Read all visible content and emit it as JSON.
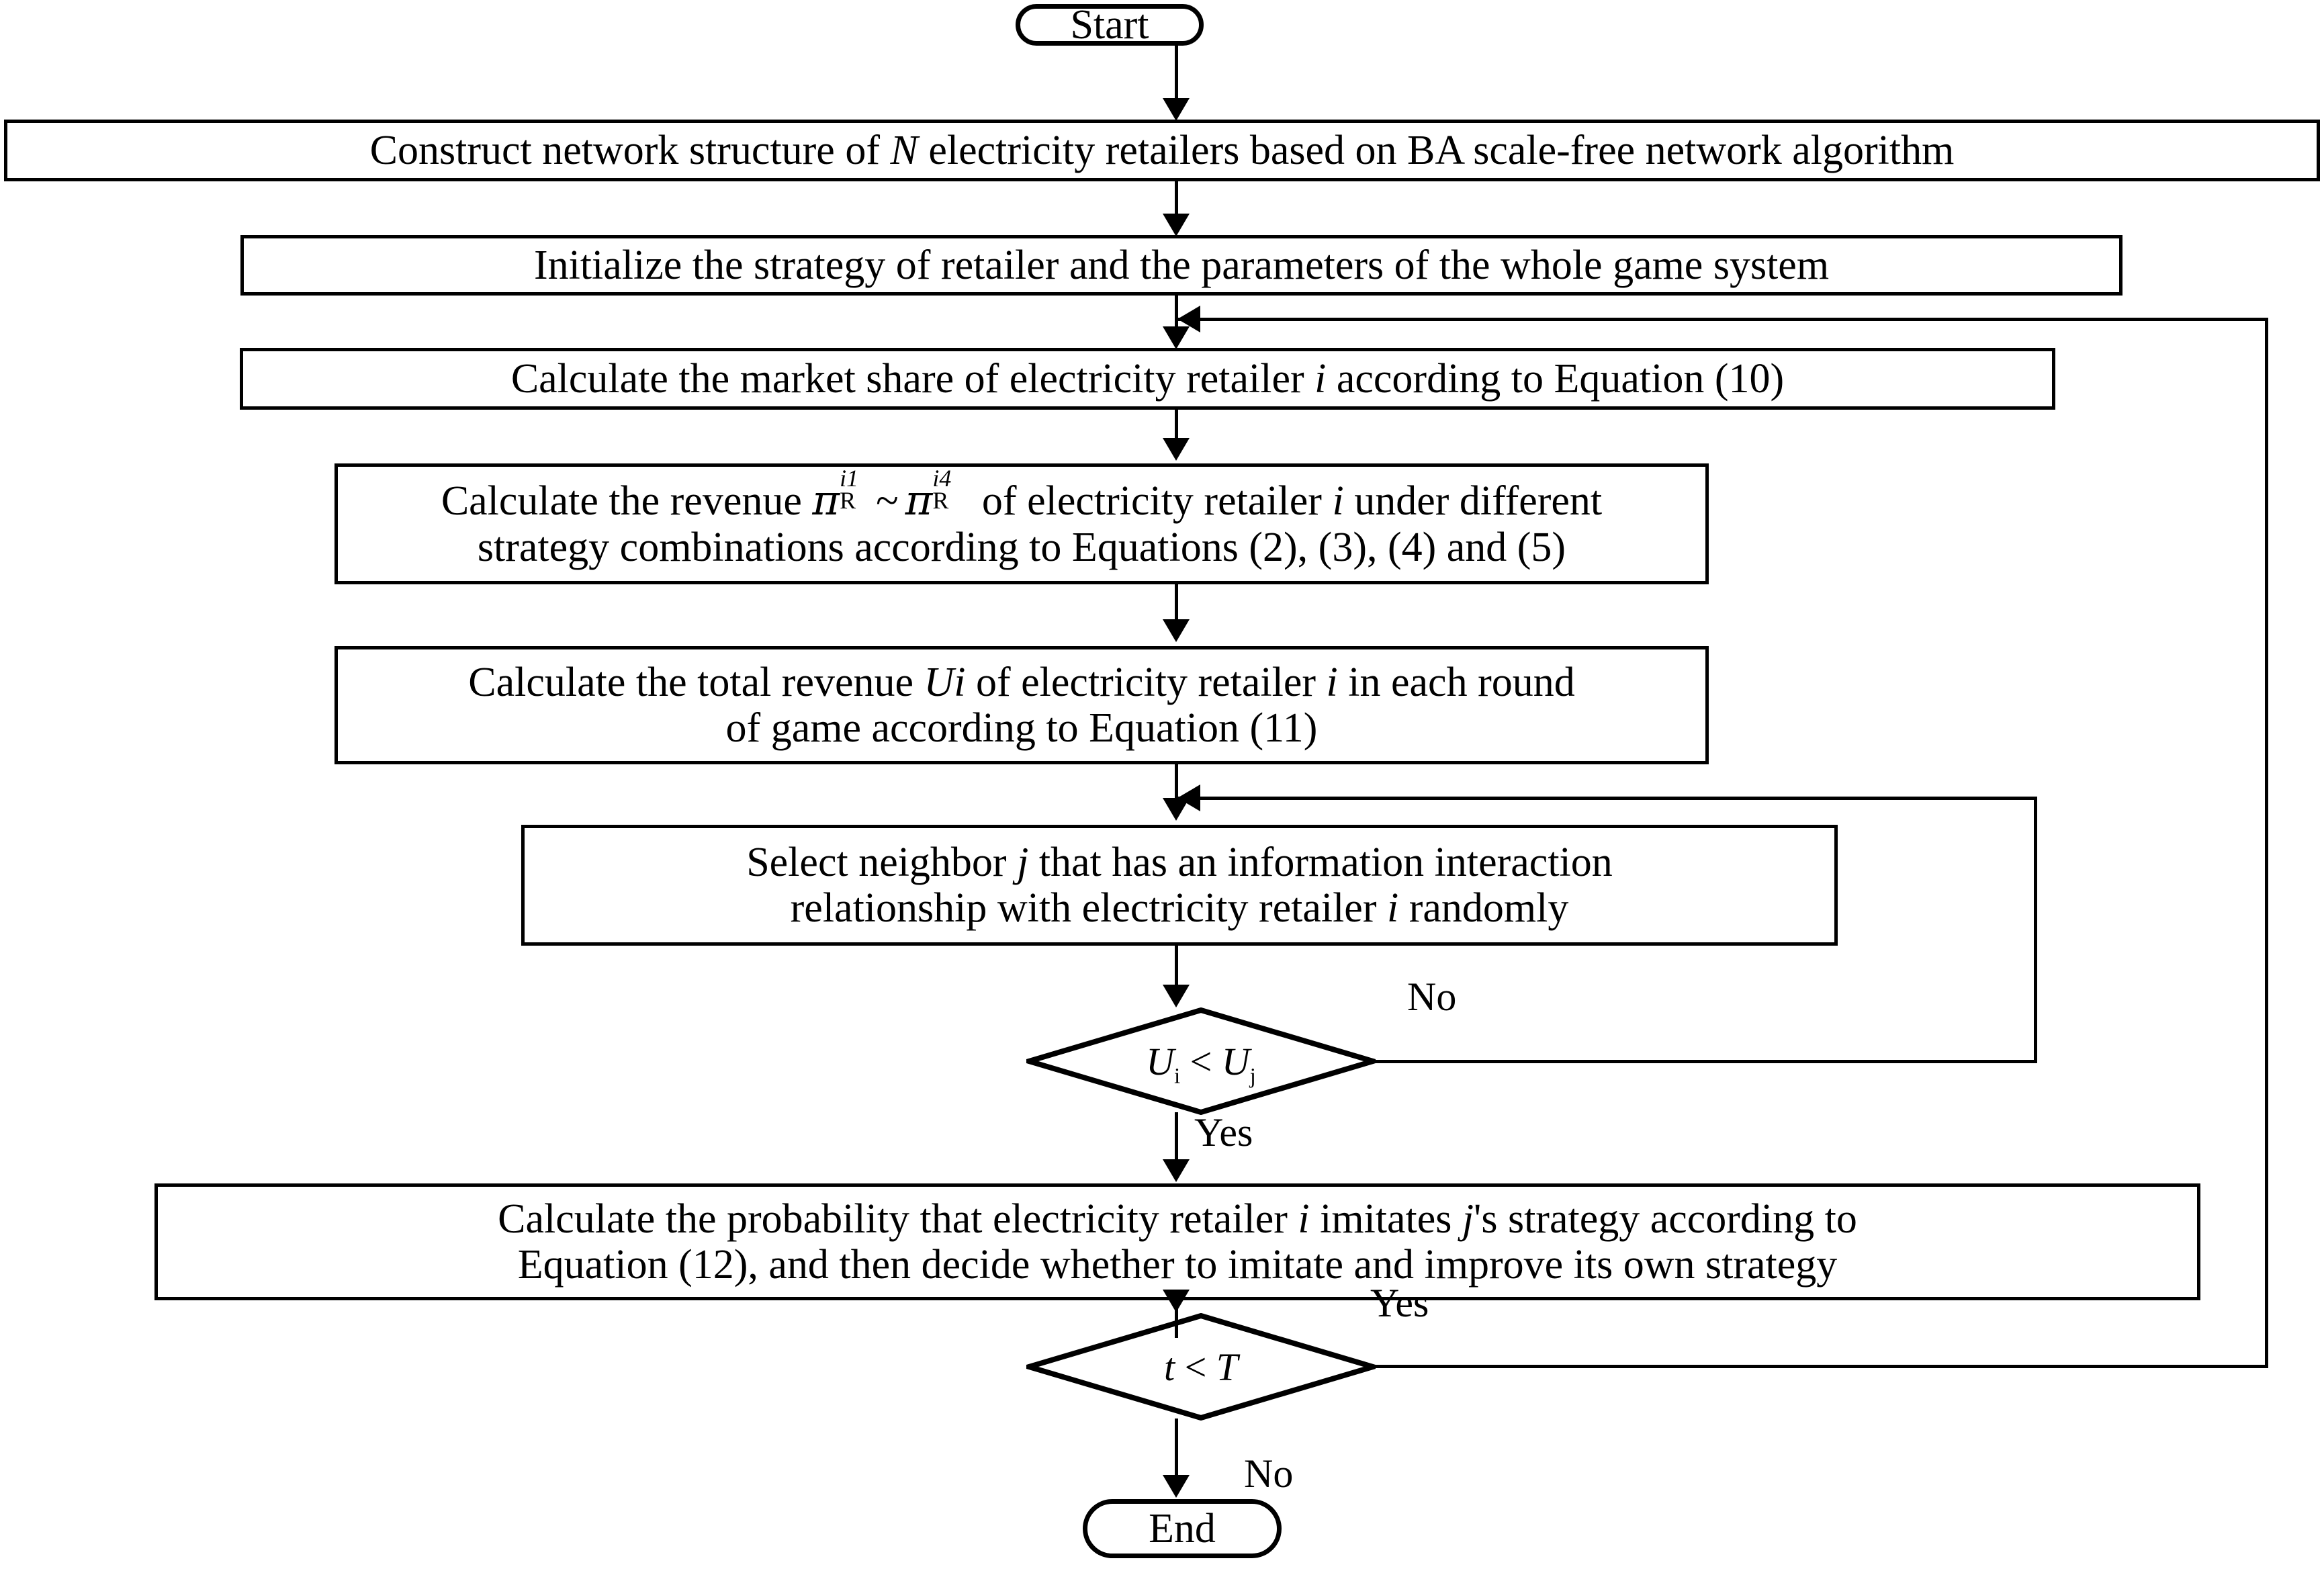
{
  "diagram": {
    "title": "Evolutionary game flowchart of electricity retailers",
    "type": "flowchart",
    "bg_color": "#ffffff",
    "line_color": "#000000"
  },
  "nodes": {
    "start": {
      "label": "Start",
      "shape": "terminator"
    },
    "construct": {
      "text_pre": "Construct network structure of ",
      "sym": "N",
      "text_post": " electricity retailers based on BA scale-free network algorithm",
      "shape": "process"
    },
    "initialize": {
      "text": "Initialize the strategy of retailer and the parameters of the whole game system",
      "shape": "process"
    },
    "market_share": {
      "text_pre": "Calculate the market share of electricity retailer ",
      "sym": "i",
      "text_post": " according to Equation (10)",
      "shape": "process"
    },
    "revenue": {
      "line1_pre": "Calculate the revenue ",
      "pi1_sup": "i1",
      "pi1_sub": "R",
      "tilde": "~",
      "pi2_sup": "i4",
      "pi2_sub": "R",
      "line1_mid": " of electricity retailer ",
      "line1_sym": "i",
      "line1_post": " under different",
      "line2": "strategy combinations according to Equations (2), (3), (4) and (5)",
      "shape": "process"
    },
    "total_revenue": {
      "line1_pre": "Calculate the total revenue ",
      "sym": "Ui",
      "line1_mid": " of electricity retailer ",
      "sym2": "i",
      "line1_post": " in each round",
      "line2": "of game according to  Equation (11)",
      "shape": "process"
    },
    "select_neighbor": {
      "line1_pre": "Select neighbor ",
      "sym": "j",
      "line1_post": " that has an information interaction",
      "line2_pre": "relationship with electricity retailer ",
      "sym2": "i",
      "line2_post": " randomly",
      "shape": "process"
    },
    "decision_u": {
      "label_left": "U",
      "label_left_sub": "i",
      "label_op": " < ",
      "label_right": "U",
      "label_right_sub": "j",
      "shape": "decision"
    },
    "probability": {
      "line1_pre": "Calculate the probability that electricity retailer ",
      "sym": "i",
      "line1_mid": " imitates ",
      "sym2": "j",
      "line1_post": "'s strategy according to",
      "line2": "Equation (12), and then decide whether to imitate and improve its own strategy",
      "shape": "process"
    },
    "decision_t": {
      "label_left": "t",
      "label_op": " < ",
      "label_right": "T",
      "shape": "decision"
    },
    "end": {
      "label": "End",
      "shape": "terminator"
    }
  },
  "edge_labels": {
    "u_no": "No",
    "u_yes": "Yes",
    "t_yes": "Yes",
    "t_no": "No"
  }
}
